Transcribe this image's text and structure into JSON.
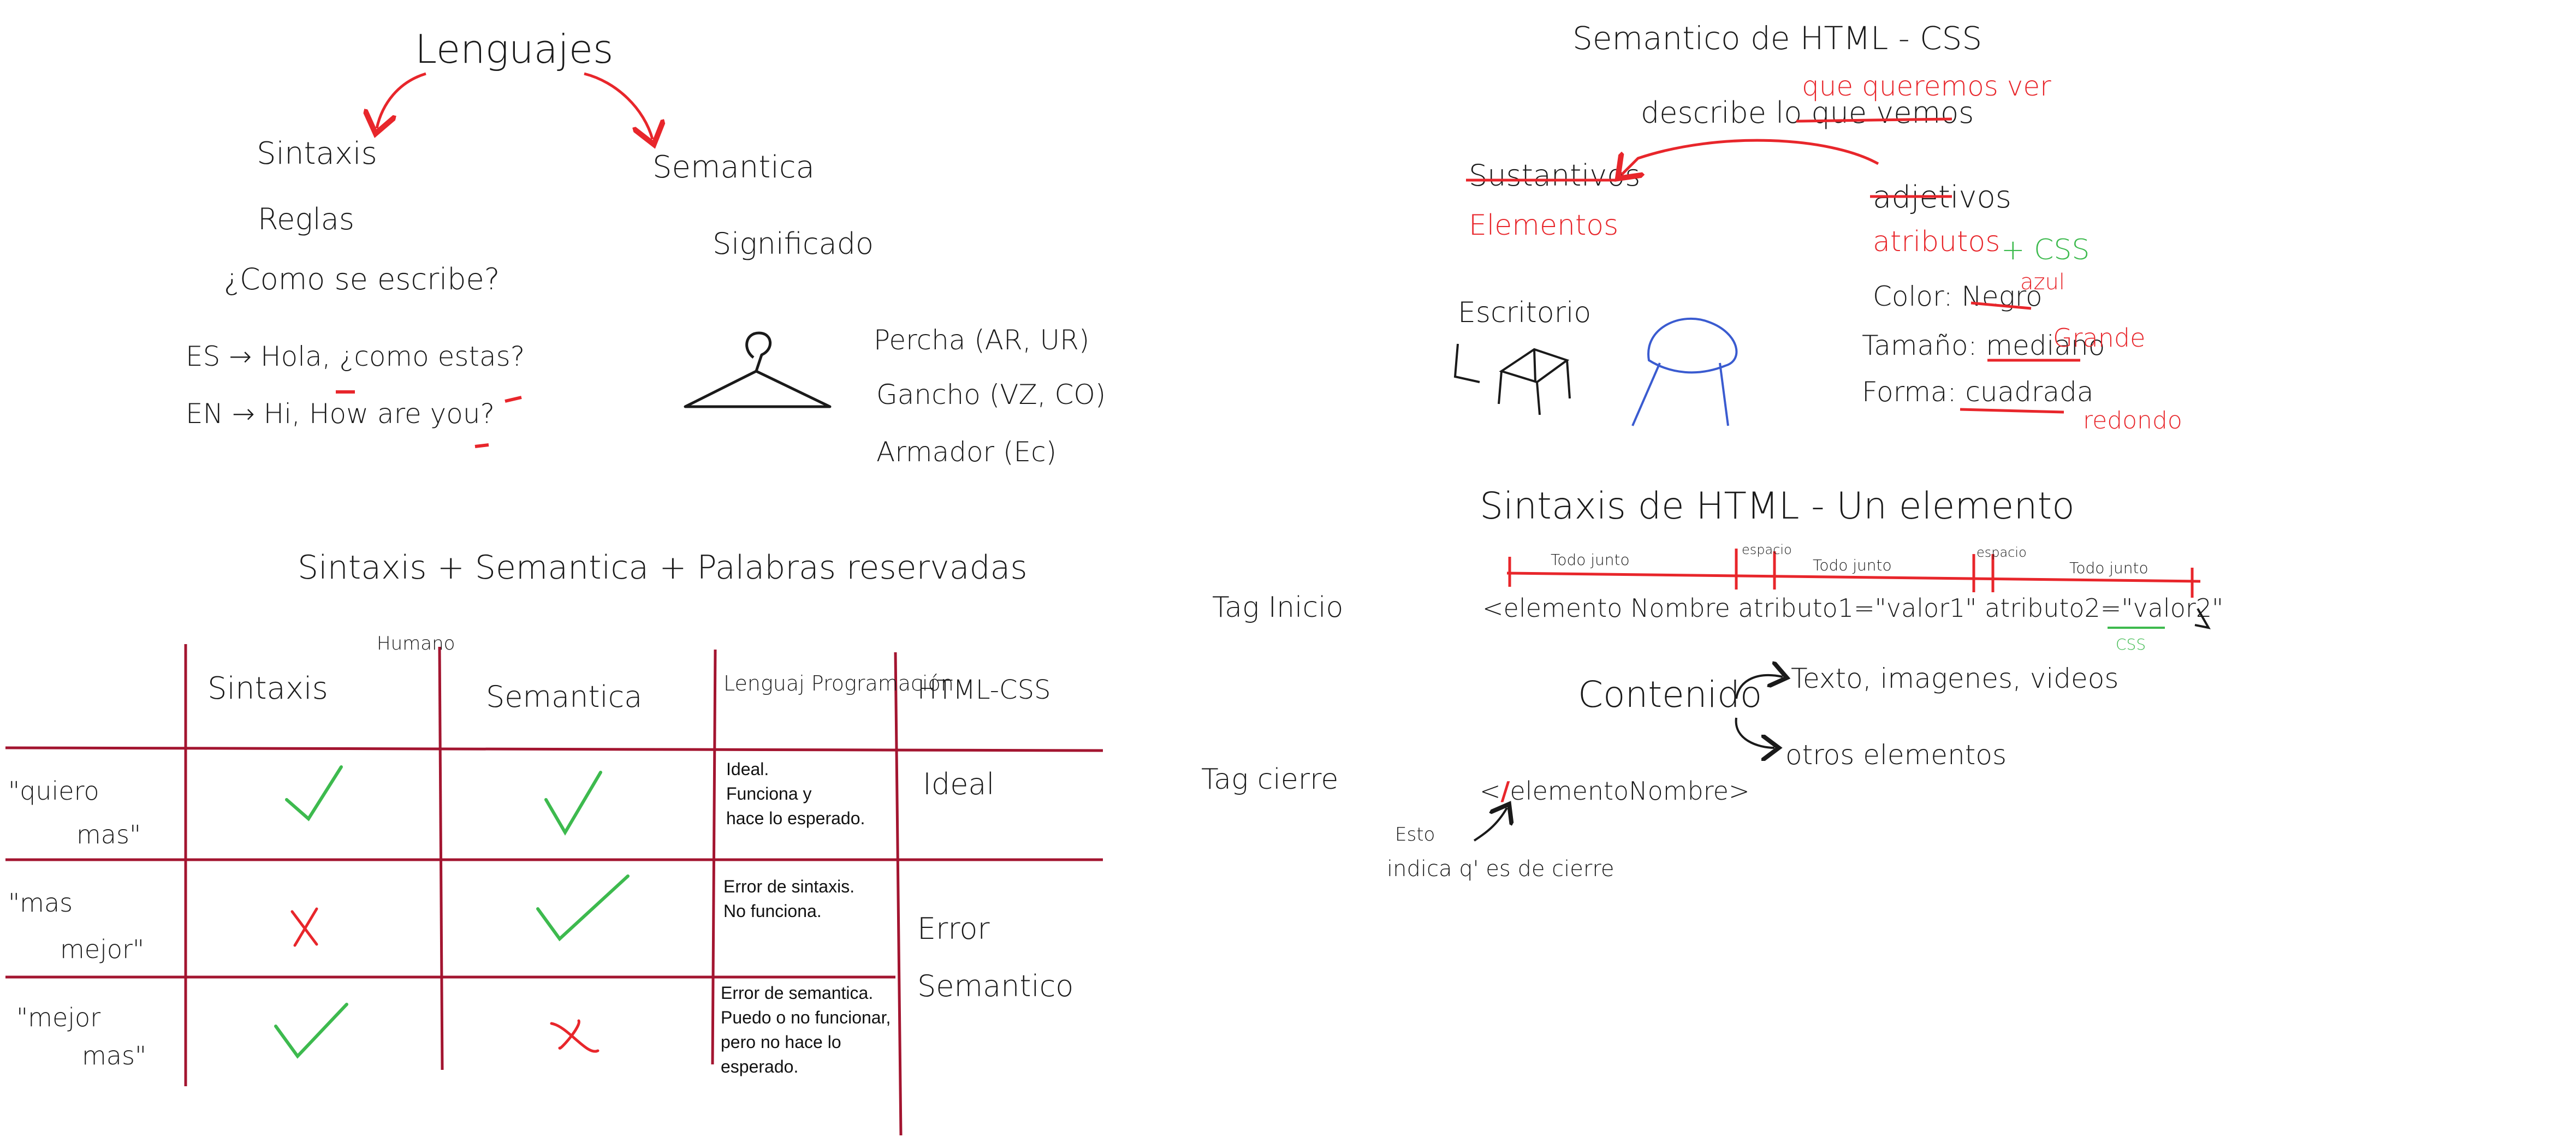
{
  "colors": {
    "ink": "#1a1a1a",
    "red": "#e8262b",
    "green": "#3dba4e",
    "blue": "#3a5bd0",
    "table_line": "#a31530"
  },
  "left": {
    "title": "Lenguajes",
    "sintaxis": "Sintaxis",
    "semantica": "Semantica",
    "reglas": "Reglas",
    "como": "¿Como se escribe?",
    "significado": "Significado",
    "es_line": "ES → Hola, ¿como estas?",
    "en_line": "EN → Hi, How are you?",
    "hanger_words": [
      "Percha (AR, UR)",
      "Gancho (VZ, CO)",
      "Armador (Ec)"
    ],
    "hanger_icon": "clothes-hanger-icon",
    "formula": "Sintaxis + Semantica + Palabras reservadas",
    "table": {
      "humano": "Humano",
      "headers": [
        "Sintaxis",
        "Semantica",
        "Lenguaj Programación",
        "HTML-CSS"
      ],
      "rows": [
        {
          "label": [
            "\"quiero",
            "mas\""
          ],
          "sintaxis": "check-icon",
          "semantica": "check-icon",
          "note": [
            "Ideal.",
            "Funciona y",
            "hace lo esperado."
          ]
        },
        {
          "label": [
            "\"mas",
            "mejor\""
          ],
          "sintaxis": "cross-icon",
          "semantica": "check-icon",
          "note": [
            "Error de sintaxis.",
            "No funciona."
          ]
        },
        {
          "label": [
            "\"mejor",
            "mas\""
          ],
          "sintaxis": "check-icon",
          "semantica": "cross-icon",
          "note": [
            "Error de semantica.",
            "Puedo o no funcionar,",
            "pero no hace lo",
            "esperado."
          ]
        }
      ],
      "html_css_col": [
        "Ideal",
        "Error",
        "Semantico"
      ]
    }
  },
  "right": {
    "title": "Semantico de HTML - CSS",
    "describe": "describe lo que vemos",
    "describe_correction": "que queremos ver",
    "sustantivos": "Sustantivos",
    "elementos": "Elementos",
    "adjetivos": "adjetivos",
    "atributos": "atributos",
    "plus_css": "+ CSS",
    "escritorio": "Escritorio",
    "chair_icon": "chair-icon",
    "person_icon": "person-sketch-icon",
    "attr_lines": [
      {
        "label": "Color: Negro",
        "fix": "azul"
      },
      {
        "label": "Tamaño: mediano",
        "fix": "Grande"
      },
      {
        "label": "Forma: cuadrada",
        "fix": "redondo"
      }
    ],
    "sintaxis_title": "Sintaxis de HTML - Un elemento",
    "ruler_labels": [
      "Todo junto",
      "espacio",
      "Todo junto",
      "espacio",
      "Todo junto"
    ],
    "tag_inicio": "Tag Inicio",
    "tag_open": "<elemento Nombre atributo1=\"valor1\" atributo2=\"valor2\"",
    "css_note": "CSS",
    "contenido": "Contenido",
    "contenido_a": "Texto, imagenes, videos",
    "contenido_b": "otros elementos",
    "tag_cierre": "Tag cierre",
    "tag_close_lt": "<",
    "tag_close_slash": "/",
    "tag_close_rest": "elementoNombre>",
    "esto": "Esto",
    "indica": "indica q' es de cierre"
  }
}
